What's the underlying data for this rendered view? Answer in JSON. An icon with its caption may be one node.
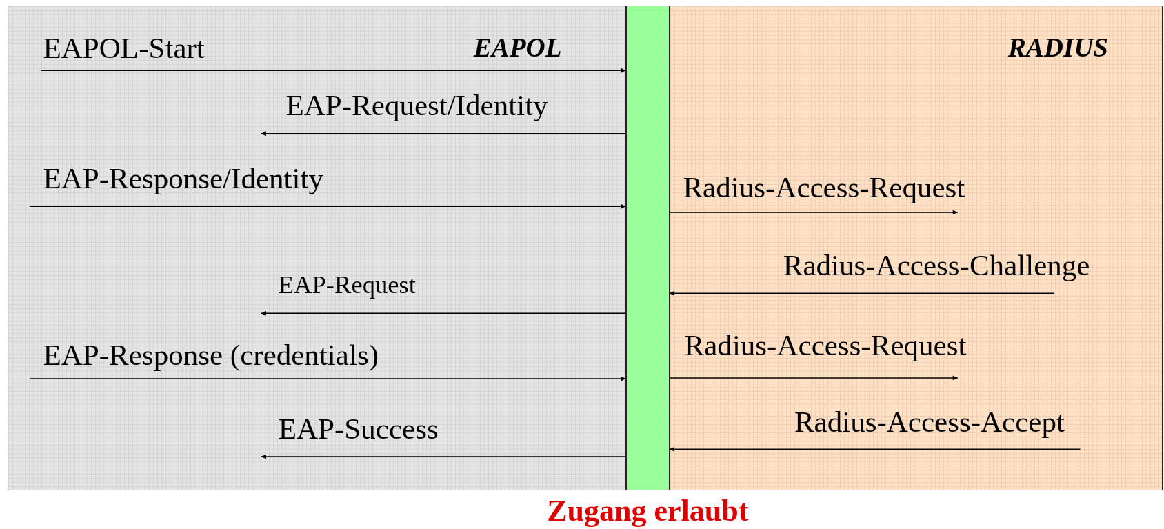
{
  "diagram": {
    "nodes": [
      {
        "text": [
          "EAPOL"
        ]
      },
      {
        "text": [],
        "shape": "bar",
        "beside": [
          "Zugang erlaubt"
        ]
      },
      {
        "text": [
          "RADIUS"
        ]
      }
    ],
    "edges": [
      {
        "from": 0,
        "to": 1,
        "arrow": "to",
        "label": "EAPOL-Start"
      },
      {
        "from": 1,
        "to": 0,
        "arrow": "to",
        "label": "EAP-Request/Identity"
      },
      {
        "from": 0,
        "to": 1,
        "arrow": "to",
        "label": "EAP-Response/Identity"
      },
      {
        "from": 1,
        "to": 2,
        "arrow": "to",
        "label": "Radius-Access-Request"
      },
      {
        "from": 2,
        "to": 1,
        "arrow": "to",
        "label": "Radius-Access-Challenge"
      },
      {
        "from": 1,
        "to": 0,
        "arrow": "to",
        "label": "EAP-Request"
      },
      {
        "from": 0,
        "to": 1,
        "arrow": "to",
        "label": "EAP-Response (credentials)"
      },
      {
        "from": 1,
        "to": 2,
        "arrow": "to",
        "label": "Radius-Access-Request"
      },
      {
        "from": 2,
        "to": 1,
        "arrow": "to",
        "label": "Radius-Access-Accept"
      },
      {
        "from": 1,
        "to": 0,
        "arrow": "to",
        "label": "EAP-Success"
      }
    ]
  }
}
